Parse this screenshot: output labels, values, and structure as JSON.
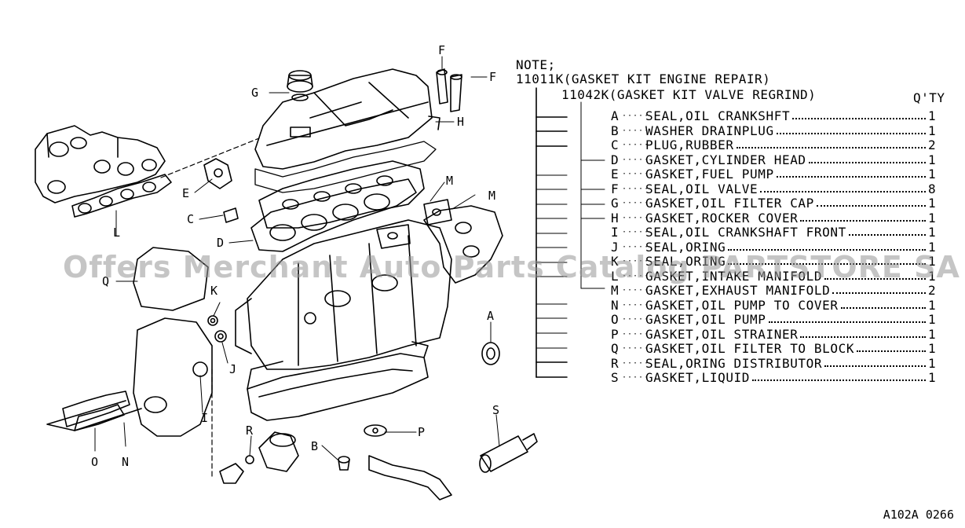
{
  "note": {
    "title": "NOTE;",
    "kit_main": "11011K(GASKET KIT ENGINE REPAIR)",
    "kit_sub": "11042K(GASKET KIT VALVE REGRIND)",
    "qty_header": "Q'TY"
  },
  "parts": [
    {
      "code": "A",
      "desc": "SEAL,OIL CRANKSHFT",
      "qty": "1"
    },
    {
      "code": "B",
      "desc": "WASHER DRAINPLUG",
      "qty": "1"
    },
    {
      "code": "C",
      "desc": "PLUG,RUBBER",
      "qty": "2"
    },
    {
      "code": "D",
      "desc": "GASKET,CYLINDER HEAD",
      "qty": "1"
    },
    {
      "code": "E",
      "desc": "GASKET,FUEL PUMP",
      "qty": "1"
    },
    {
      "code": "F",
      "desc": "SEAL,OIL VALVE",
      "qty": "8"
    },
    {
      "code": "G",
      "desc": "GASKET,OIL FILTER CAP",
      "qty": "1"
    },
    {
      "code": "H",
      "desc": "GASKET,ROCKER COVER",
      "qty": "1"
    },
    {
      "code": "I",
      "desc": "SEAL,OIL CRANKSHAFT FRONT",
      "qty": "1"
    },
    {
      "code": "J",
      "desc": "SEAL,ORING",
      "qty": "1"
    },
    {
      "code": "K",
      "desc": "SEAL,ORING",
      "qty": "1"
    },
    {
      "code": "L",
      "desc": "GASKET,INTAKE MANIFOLD",
      "qty": "1"
    },
    {
      "code": "M",
      "desc": "GASKET,EXHAUST MANIFOLD",
      "qty": "2"
    },
    {
      "code": "N",
      "desc": "GASKET,OIL PUMP TO COVER",
      "qty": "1"
    },
    {
      "code": "O",
      "desc": "GASKET,OIL PUMP",
      "qty": "1"
    },
    {
      "code": "P",
      "desc": "GASKET,OIL STRAINER",
      "qty": "1"
    },
    {
      "code": "Q",
      "desc": "GASKET,OIL FILTER TO BLOCK",
      "qty": "1"
    },
    {
      "code": "R",
      "desc": "SEAL,ORING DISTRIBUTOR",
      "qty": "1"
    },
    {
      "code": "S",
      "desc": "GASKET,LIQUID",
      "qty": "1"
    }
  ],
  "callouts": {
    "A": "A",
    "B": "B",
    "C": "C",
    "D": "D",
    "E": "E",
    "F": "F",
    "G": "G",
    "H": "H",
    "I": "I",
    "J": "J",
    "K": "K",
    "L": "L",
    "M": "M",
    "N": "N",
    "O": "O",
    "P": "P",
    "Q": "Q",
    "R": "R",
    "S": "S"
  },
  "watermark": "Offers Merchant Auto Parts Catalog PARTSTORE SA",
  "figure_code": "A102A 0266"
}
